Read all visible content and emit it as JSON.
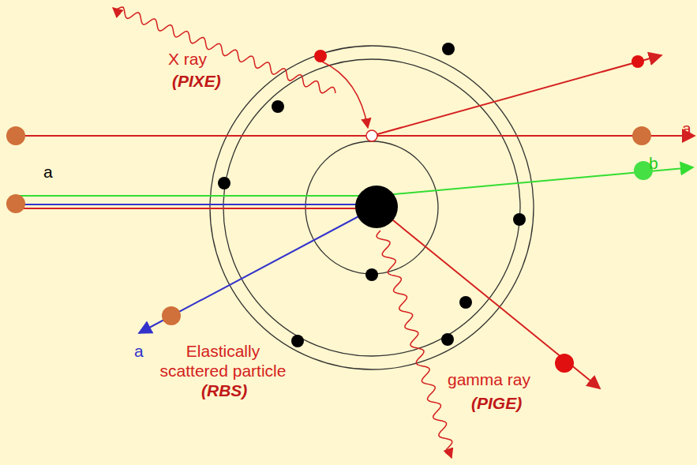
{
  "diagram": {
    "labels": [
      "X ray",
      "(PIXE)",
      "a",
      "b",
      "a",
      "a",
      "Elastically scattered particle",
      "(RBS)",
      "gamma ray",
      "(PIGE)"
    ]
  }
}
